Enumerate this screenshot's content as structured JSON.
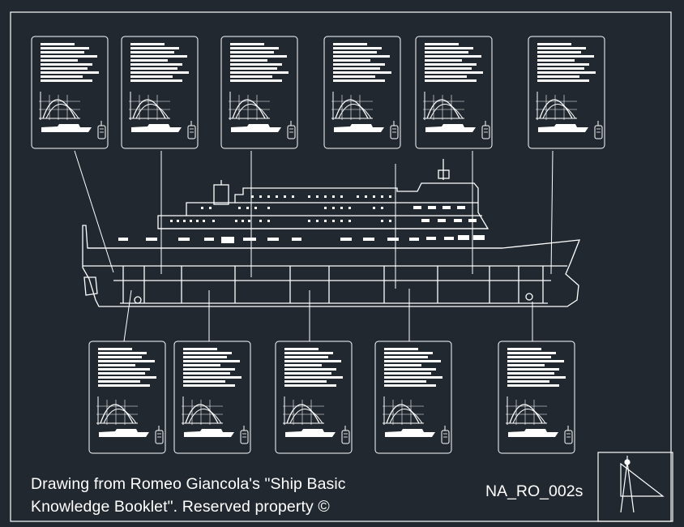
{
  "caption": {
    "line1": "Drawing from Romeo Giancola's \"Ship Basic",
    "line2": "Knowledge Booklet\". Reserved property ©"
  },
  "drawing_code": "NA_RO_002s",
  "colors": {
    "background": "#212830",
    "lines": "#ffffff"
  },
  "icons": {
    "logo": "drafting-compass-and-set-square-icon"
  }
}
